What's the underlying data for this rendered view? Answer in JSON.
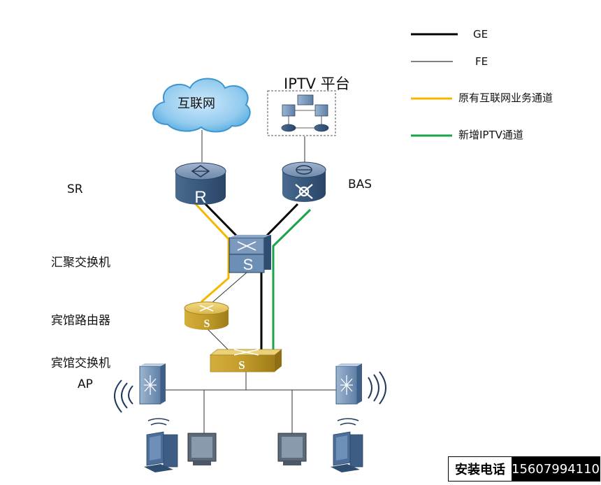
{
  "legend": [
    {
      "label": "GE",
      "color": "#000000",
      "weight": "thick"
    },
    {
      "label": "FE",
      "color": "#000000",
      "weight": "thin"
    },
    {
      "label": "原有互联网业务通道",
      "color": "#F5B800"
    },
    {
      "label": "新增IPTV通道",
      "color": "#1AA34A"
    }
  ],
  "nodes": {
    "internet": "互联网",
    "iptv_platform": "IPTV 平台",
    "sr": "SR",
    "bas": "BAS",
    "agg_switch": "汇聚交换机",
    "hotel_router": "宾馆路由器",
    "hotel_switch": "宾馆交换机",
    "ap": "AP"
  },
  "device_glyphs": {
    "router": "R",
    "switch": "S"
  },
  "contact": {
    "label": "安装电话",
    "number": "15607994110"
  },
  "colors": {
    "device_blue": "#3F5F86",
    "device_gold": "#C9A227",
    "cloud": "#4FA8E0",
    "internet_path": "#F5B800",
    "iptv_path": "#1AA34A"
  }
}
